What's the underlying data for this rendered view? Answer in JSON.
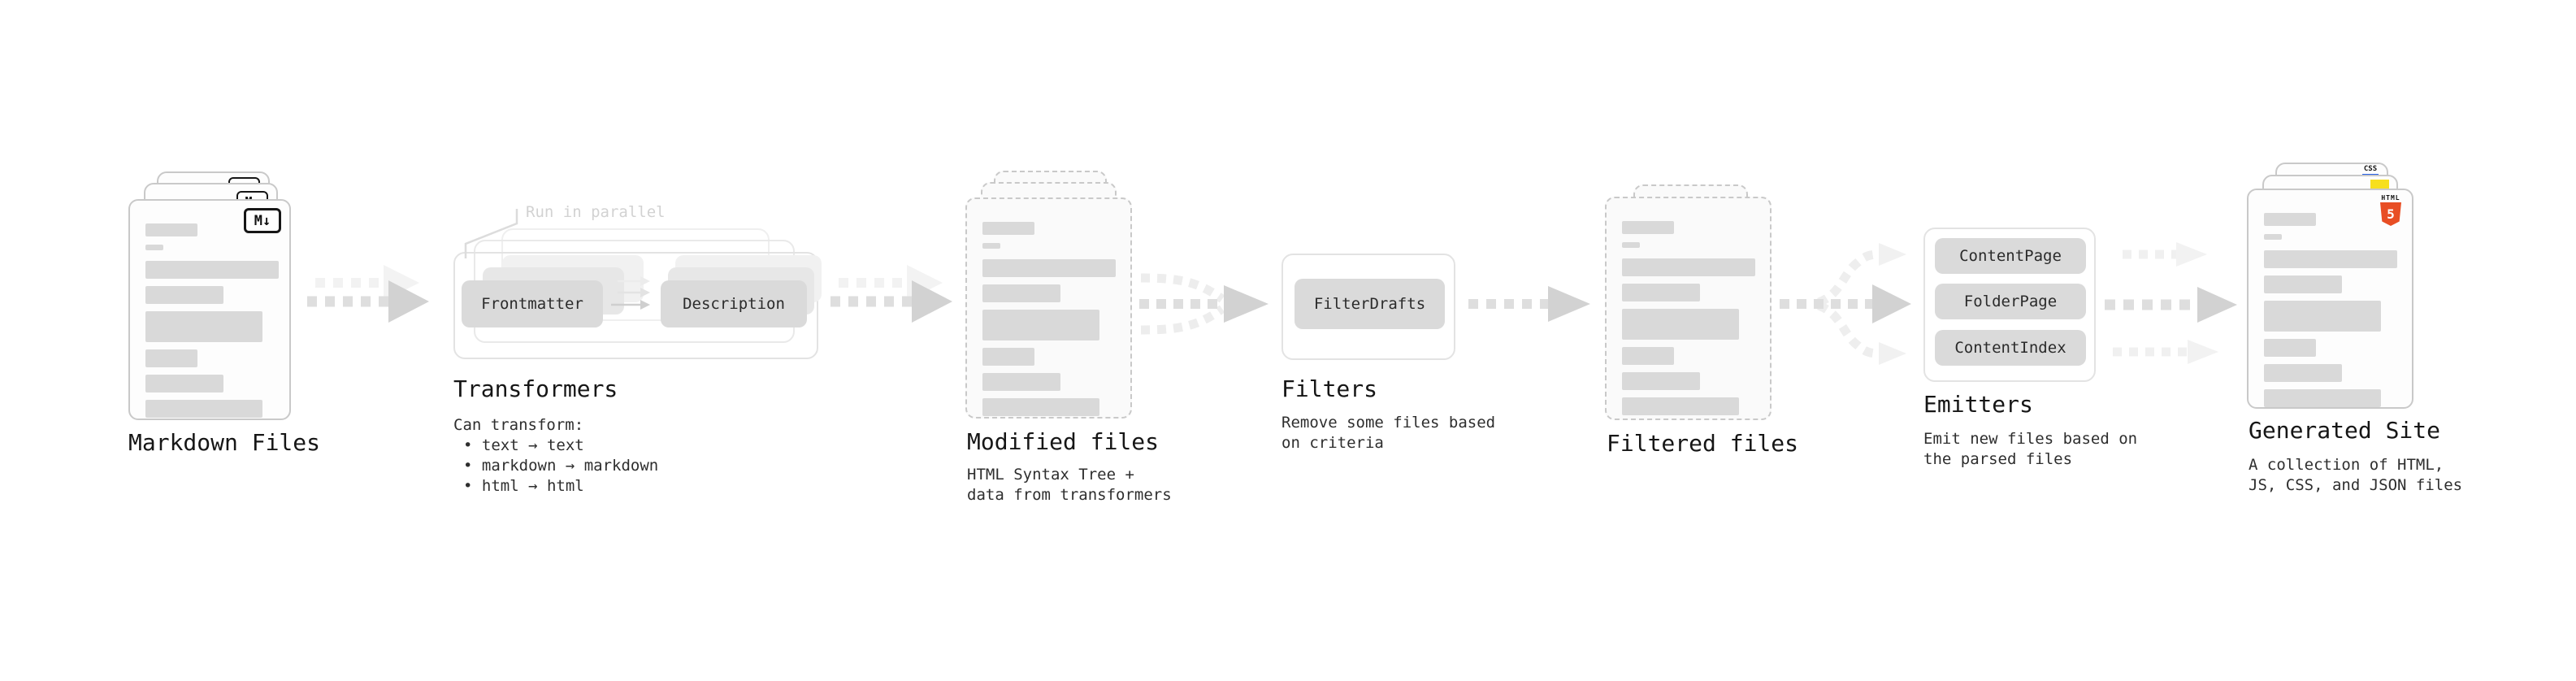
{
  "stages": {
    "markdown": {
      "title": "Markdown Files",
      "badge": "M↓"
    },
    "transformers": {
      "annotation": "Run in parallel",
      "node_a": "Frontmatter",
      "node_b": "Description",
      "title": "Transformers",
      "desc_heading": "Can transform:",
      "bullets": [
        "• text → text",
        "• markdown → markdown",
        "• html → html"
      ]
    },
    "modified": {
      "title": "Modified files",
      "desc": [
        "HTML Syntax Tree +",
        "data from transformers"
      ]
    },
    "filters": {
      "node": "FilterDrafts",
      "title": "Filters",
      "desc": [
        "Remove some files based",
        "on criteria"
      ]
    },
    "filtered": {
      "title": "Filtered files"
    },
    "emitters": {
      "nodes": [
        "ContentPage",
        "FolderPage",
        "ContentIndex"
      ],
      "title": "Emitters",
      "desc": [
        "Emit new files based on",
        "the parsed files"
      ]
    },
    "generated": {
      "title": "Generated Site",
      "desc": [
        "A collection of HTML,",
        "JS, CSS, and JSON files"
      ],
      "css_badge": "CSS",
      "html_badge_word": "HTML",
      "html_badge_number": "5"
    }
  },
  "colors": {
    "html5_orange": "#e84e24",
    "js_yellow": "#f7df1e",
    "css_blue": "#2760e6"
  }
}
